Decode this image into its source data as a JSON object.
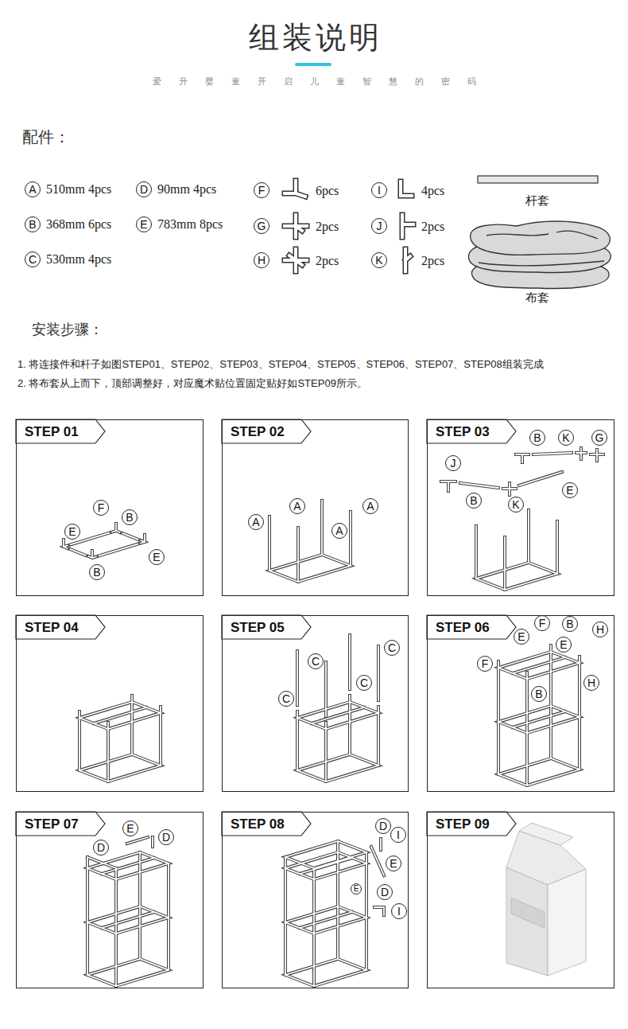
{
  "diagram": {
    "title": "组装说明",
    "nodes": [
      {
        "text": [
          "A"
        ]
      },
      {
        "text": [
          "D"
        ]
      },
      {
        "text": [
          "F"
        ]
      },
      {
        "text": [
          "I"
        ]
      },
      {
        "text": [
          "B"
        ]
      },
      {
        "text": [
          "E"
        ]
      },
      {
        "text": [
          "G"
        ]
      },
      {
        "text": [
          "J"
        ]
      },
      {
        "text": [
          "C"
        ]
      },
      {
        "text": [
          "H"
        ]
      },
      {
        "text": [
          "K"
        ]
      },
      {
        "text": [
          "STEP 01"
        ]
      },
      {
        "text": [
          "F"
        ],
        "in": 11
      },
      {
        "text": [
          "B"
        ],
        "in": 11
      },
      {
        "text": [
          "E"
        ],
        "in": 11
      },
      {
        "text": [
          "E"
        ],
        "in": 11
      },
      {
        "text": [
          "B"
        ],
        "in": 11
      },
      {
        "text": [
          "STEP 02"
        ]
      },
      {
        "text": [
          "A"
        ],
        "in": 17
      },
      {
        "text": [
          "A"
        ],
        "in": 17
      },
      {
        "text": [
          "A"
        ],
        "in": 17
      },
      {
        "text": [
          "A"
        ],
        "in": 17
      },
      {
        "text": [
          "STEP 03"
        ]
      },
      {
        "text": [
          "B"
        ],
        "in": 22
      },
      {
        "text": [
          "K"
        ],
        "in": 22
      },
      {
        "text": [
          "G"
        ],
        "in": 22
      },
      {
        "text": [
          "J"
        ],
        "in": 22
      },
      {
        "text": [
          "E"
        ],
        "in": 22
      },
      {
        "text": [
          "B"
        ],
        "in": 22
      },
      {
        "text": [
          "K"
        ],
        "in": 22
      },
      {
        "text": [
          "STEP 04"
        ]
      },
      {
        "text": [
          "STEP 05"
        ]
      },
      {
        "text": [
          "C"
        ],
        "in": 31
      },
      {
        "text": [
          "C"
        ],
        "in": 31
      },
      {
        "text": [
          "C"
        ],
        "in": 31
      },
      {
        "text": [
          "C"
        ],
        "in": 31
      },
      {
        "text": [
          "STEP 06"
        ]
      },
      {
        "text": [
          "F"
        ],
        "in": 36
      },
      {
        "text": [
          "B"
        ],
        "in": 36
      },
      {
        "text": [
          "H"
        ],
        "in": 36
      },
      {
        "text": [
          "E"
        ],
        "in": 36
      },
      {
        "text": [
          "E"
        ],
        "in": 36
      },
      {
        "text": [
          "F"
        ],
        "in": 36
      },
      {
        "text": [
          "H"
        ],
        "in": 36
      },
      {
        "text": [
          "B"
        ],
        "in": 36
      },
      {
        "text": [
          "STEP 07"
        ]
      },
      {
        "text": [
          "E"
        ],
        "in": 45
      },
      {
        "text": [
          "D"
        ],
        "in": 45
      },
      {
        "text": [
          "D"
        ],
        "in": 45
      },
      {
        "text": [
          "STEP 08"
        ]
      },
      {
        "text": [
          "D"
        ],
        "in": 49
      },
      {
        "text": [
          "I"
        ],
        "in": 49
      },
      {
        "text": [
          "E"
        ],
        "in": 49
      },
      {
        "text": [
          "E"
        ],
        "in": 49
      },
      {
        "text": [
          "D"
        ],
        "in": 49
      },
      {
        "text": [
          "I"
        ],
        "in": 49
      },
      {
        "text": [
          "STEP 09"
        ]
      }
    ],
    "labels": [
      "爱升婴童开启儿童智慧的密码",
      "配件：",
      "510mm 4pcs",
      "90mm 4pcs",
      "6pcs",
      "4pcs",
      "368mm 6pcs",
      "783mm 8pcs",
      "2pcs",
      "2pcs",
      "530mm 4pcs",
      "2pcs",
      "2pcs",
      "杆套",
      "布套",
      "安装步骤：",
      "1. 将连接件和杆子如图STEP01、STEP02、STEP03、STEP04、STEP05、STEP06、STEP07、STEP08组装完成",
      "2. 将布套从上而下，顶部调整好，对应魔术贴位置固定贴好如STEP09所示。"
    ]
  }
}
